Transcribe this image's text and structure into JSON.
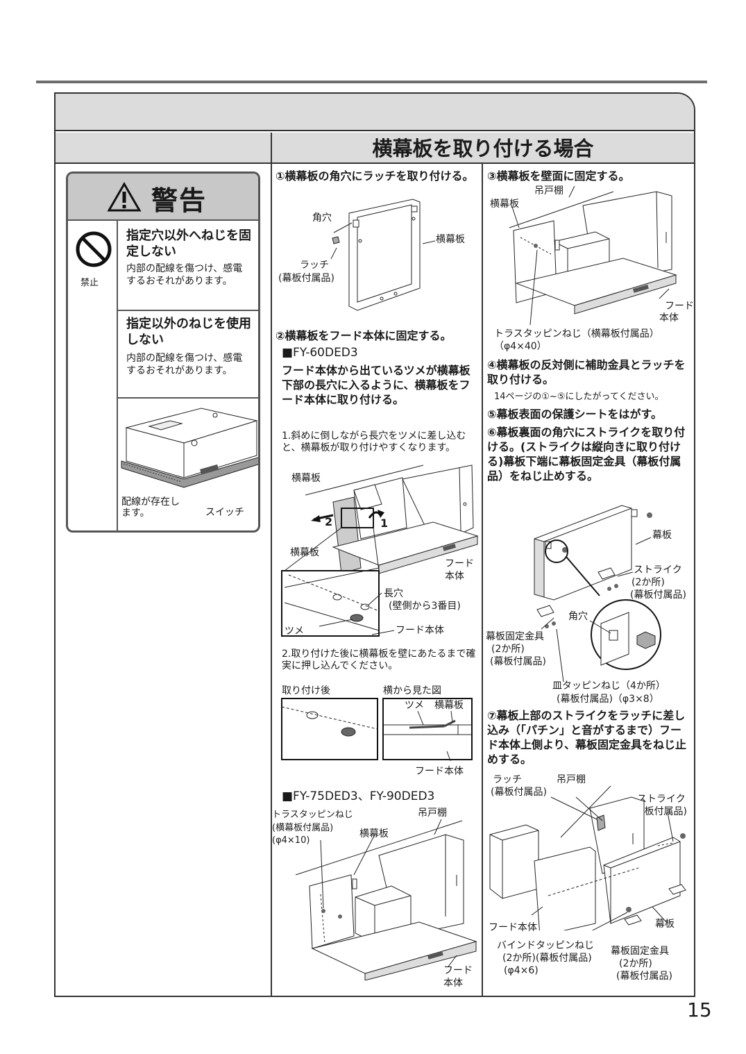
{
  "page_number": "15",
  "section_title": "横幕板を取り付ける場合",
  "warning": {
    "title": "警告",
    "prohibit_label": "禁止",
    "items": [
      {
        "heading": "指定穴以外へねじを固定しない",
        "detail": "内部の配線を傷つけ、感電するおそれがあります。"
      },
      {
        "heading": "指定以外のねじを使用しない",
        "detail": "内部の配線を傷つけ、感電するおそれがあります。"
      }
    ],
    "fig_labels": {
      "wiring": "配線が存在します。",
      "switch": "スイッチ"
    }
  },
  "col1": {
    "step1": "①横幕板の角穴にラッチを取り付ける。",
    "step1_labels": {
      "hole": "角穴",
      "latch": "ラッチ",
      "latch_note": "(幕板付属品)",
      "panel": "横幕板"
    },
    "step2": "②横幕板をフード本体に固定する。",
    "model_a": "■FY-60DED3",
    "model_a_text": "フード本体から出ているツメが横幕板下部の長穴に入るように、横幕板をフード本体に取り付ける。",
    "note1": "1.斜めに倒しながら長穴をツメに差し込むと、横幕板が取り付けやすくなります。",
    "fig2_labels": {
      "panel": "横幕板",
      "num2": "2",
      "num1": "1",
      "panel2": "横幕板",
      "hood1": "フード",
      "hood2": "本体",
      "slot": "長穴",
      "slot_note": "(壁側から3番目)",
      "tab": "ツメ",
      "hood_body": "フード本体"
    },
    "note2": "2.取り付けた後に横幕板を壁にあたるまで確実に押し込んでください。",
    "after_label": "取り付け後",
    "side_label": "横から見た図",
    "side_tab": "ツメ",
    "side_panel": "横幕板",
    "side_hood": "フード本体",
    "model_b": "■FY-75DED3、FY-90DED3",
    "fig3_labels": {
      "screw": "トラスタッピンねじ",
      "screw_note": "(横幕板付属品)",
      "screw_size": "(φ4×10)",
      "panel": "横幕板",
      "cabinet": "吊戸棚",
      "hood1": "フード",
      "hood2": "本体"
    }
  },
  "col2": {
    "step3": "③横幕板を壁面に固定する。",
    "fig4_labels": {
      "cabinet": "吊戸棚",
      "panel": "横幕板",
      "hood1": "フード",
      "hood2": "本体",
      "screw": "トラスタッピンねじ（横幕板付属品）",
      "screw_size": "（φ4×40）"
    },
    "step4": "④横幕板の反対側に補助金具とラッチを取り付ける。",
    "step4_note": "14ページの①~⑤にしたがってください。",
    "step5": "⑤幕板表面の保護シートをはがす。",
    "step6": "⑥幕板裏面の角穴にストライクを取り付ける。(ストライクは縦向きに取り付ける)幕板下端に幕板固定金具（幕板付属品）をねじ止めする。",
    "fig5_labels": {
      "panel": "幕板",
      "strike": "ストライク",
      "strike_qty": "(2か所)",
      "strike_note": "(幕板付属品)",
      "hole": "角穴",
      "bracket": "幕板固定金具",
      "bracket_qty": "(2か所)",
      "bracket_note": "(幕板付属品)",
      "screw": "皿タッピンねじ（4か所）",
      "screw_note": "(幕板付属品)（φ3×8）"
    },
    "step7": "⑦幕板上部のストライクをラッチに差し込み（「パチン」と音がするまで）フード本体上側より、幕板固定金具をねじ止めする。",
    "fig6_labels": {
      "latch": "ラッチ",
      "latch_note": "(幕板付属品)",
      "cabinet": "吊戸棚",
      "strike": "ストライク",
      "strike_note": "(幕板付属品)",
      "hood": "フード本体",
      "panel": "幕板",
      "screw": "バインドタッピンねじ",
      "screw_note": "(2か所)(幕板付属品)",
      "screw_size": "(φ4×6)",
      "bracket": "幕板固定金具",
      "bracket_qty": "(2か所)",
      "bracket_note": "(幕板付属品)"
    }
  }
}
